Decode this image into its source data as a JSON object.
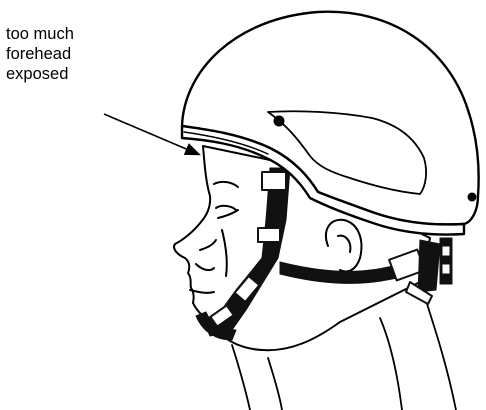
{
  "callout": {
    "lines": [
      "too much",
      "forehead",
      "exposed"
    ]
  },
  "icons": {
    "helmet": "helmet-illustration",
    "head": "head-profile-illustration",
    "arrow": "callout-arrow-icon"
  },
  "colors": {
    "line": "#000000",
    "fill": "#ffffff",
    "strap": "#111111"
  }
}
